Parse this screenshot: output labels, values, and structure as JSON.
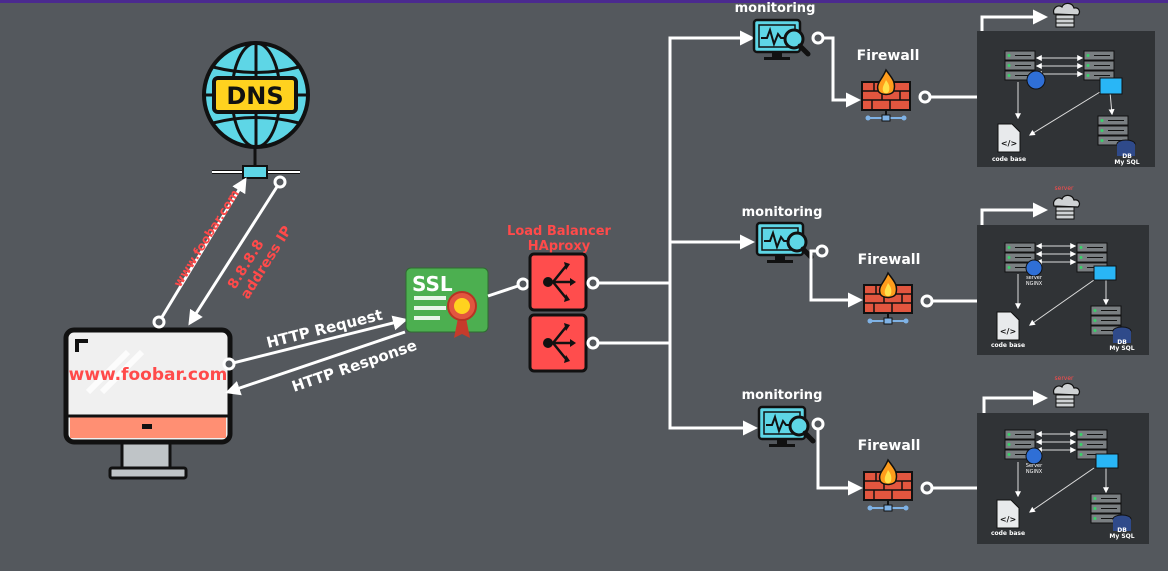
{
  "dns": {
    "label": "DNS"
  },
  "client": {
    "url": "www.foobar.com"
  },
  "arrows": {
    "dns_query": "www.foobar.com",
    "dns_answer_line1": "8.8.8.8",
    "dns_answer_line2": "address IP",
    "http_request": "HTTP Request",
    "http_response": "HTTP Response"
  },
  "ssl": {
    "label": "SSL"
  },
  "load_balancer": {
    "title_line1": "Load Balancer",
    "title_line2": "HAproxy"
  },
  "branches": [
    {
      "monitoring": "monitoring",
      "firewall": "Firewall",
      "server_label": "",
      "web_server_line1": "",
      "web_server_line2": "",
      "codebase": "code base",
      "db_line1": "DB",
      "db_line2": "My SQL"
    },
    {
      "monitoring": "monitoring",
      "firewall": "Firewall",
      "server_label": "server",
      "web_server_line1": "server",
      "web_server_line2": "NGINX",
      "codebase": "code base",
      "db_line1": "DB",
      "db_line2": "My SQL"
    },
    {
      "monitoring": "monitoring",
      "firewall": "Firewall",
      "server_label": "server",
      "web_server_line1": "Server",
      "web_server_line2": "NGINX",
      "codebase": "code base",
      "db_line1": "DB",
      "db_line2": "My SQL"
    }
  ],
  "colors": {
    "background": "#54585d",
    "accent_red": "#ff4a4a",
    "monitor_cyan": "#5ed6e6",
    "ssl_green": "#4caf50",
    "server_panel": "#303336",
    "top_bar": "#4b2a8f"
  }
}
